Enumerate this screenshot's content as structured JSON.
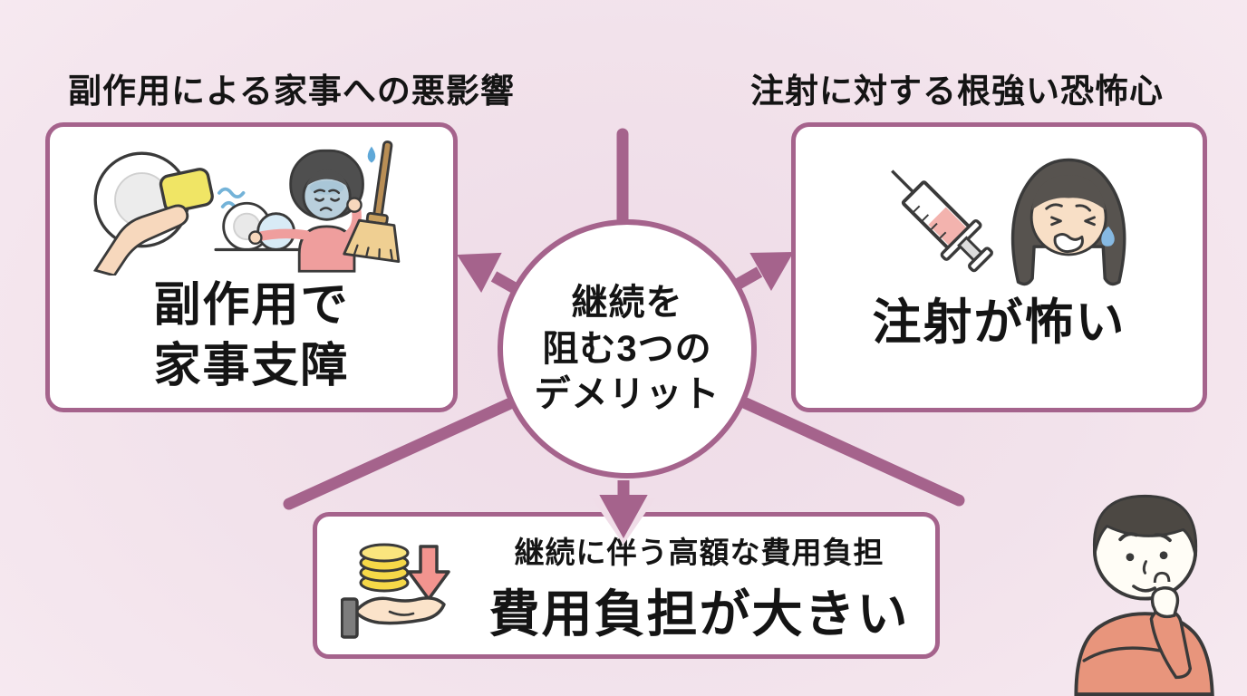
{
  "colors": {
    "accent": "#a5638c",
    "background": "#f3e2eb",
    "text": "#141414",
    "coin_yellow": "#f6d848",
    "arrow_salmon": "#f2948f",
    "skin": "#fbe3ca"
  },
  "center_circle": {
    "line1": "継続を",
    "line2": "阻む3つの",
    "line3": "デメリット"
  },
  "top_left_section": {
    "header": "副作用による家事への悪影響",
    "title_line1": "副作用で",
    "title_line2": "家事支障"
  },
  "top_right_section": {
    "header": "注射に対する根強い恐怖心",
    "title": "注射が怖い"
  },
  "bottom_section": {
    "subheader": "継続に伴う高額な費用負担",
    "title": "費用負担が大きい"
  },
  "icons": {
    "top_left": "dishwashing-scene (plate, sponge hand, tired woman, broom)",
    "top_right": "syringe-and-crying-face",
    "bottom": "coins-falling-into-open-hand",
    "corner": "thinking-person"
  }
}
